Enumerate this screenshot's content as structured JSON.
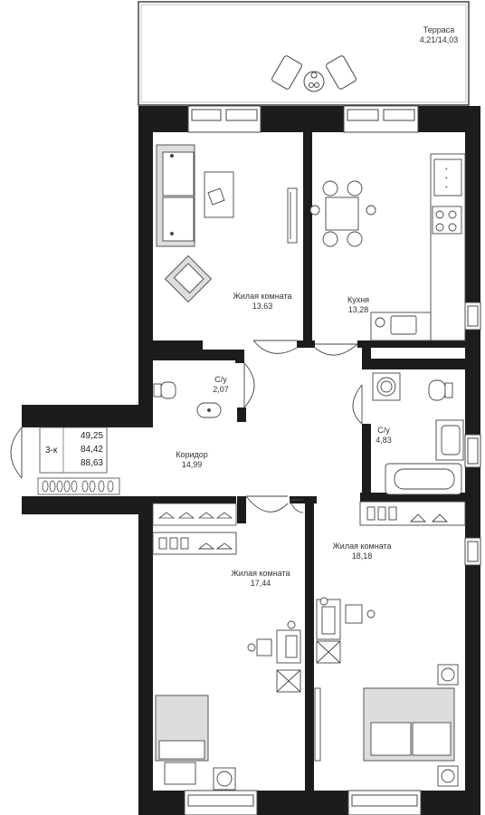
{
  "rooms": {
    "terrace": {
      "name": "Терраса",
      "area": "4,21/14,03"
    },
    "living1": {
      "name": "Жилая комната",
      "area": "13,63"
    },
    "kitchen": {
      "name": "Кухня",
      "area": "13,28"
    },
    "wc_small": {
      "name": "С/у",
      "area": "2,07"
    },
    "wc_large": {
      "name": "С/у",
      "area": "4,83"
    },
    "corridor": {
      "name": "Коридор",
      "area": "14,99"
    },
    "living2": {
      "name": "Жилая комната",
      "area": "17,44"
    },
    "living3": {
      "name": "Жилая комната",
      "area": "18,18"
    }
  },
  "summary": {
    "rooms_count": "3-к",
    "living_area": "49,25",
    "total_area": "84,42",
    "total_with_terrace": "88,63"
  },
  "colors": {
    "wall": "#1c1c1c",
    "line": "#555555",
    "furniture_fill": "#d8d8d8",
    "background": "#ffffff"
  }
}
